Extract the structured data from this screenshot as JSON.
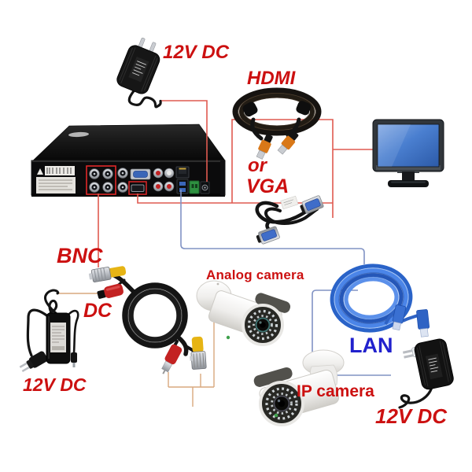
{
  "labels": {
    "power_top": "12V DC",
    "hdmi": "HDMI",
    "or": "or",
    "vga": "VGA",
    "bnc": "BNC",
    "dc": "DC",
    "power_left": "12V DC",
    "analog_camera": "Analog camera",
    "ip_camera": "IP camera",
    "lan": "LAN",
    "power_right": "12V DC"
  },
  "colors": {
    "label_red": "#cc1010",
    "lan_text_blue": "#2121cd",
    "wire_red": "#df5a50",
    "wire_blue": "#8193c4",
    "wire_tan": "#d8a87e",
    "port_box_red": "#e02828",
    "lan_cable_blue": "#2e6cd4",
    "bnc_yellow": "#e6b414",
    "dc_plug_red": "#c32222",
    "hdmi_plug_orange": "#d97818",
    "monitor_screen_blue": "#4a7fd0"
  },
  "components": [
    "dvr-rear-panel",
    "power-adapter-top",
    "hdmi-cable",
    "vga-cable",
    "monitor",
    "bnc-video-power-cable",
    "power-adapter-left",
    "analog-camera",
    "lan-cable",
    "ip-camera",
    "power-adapter-right"
  ]
}
